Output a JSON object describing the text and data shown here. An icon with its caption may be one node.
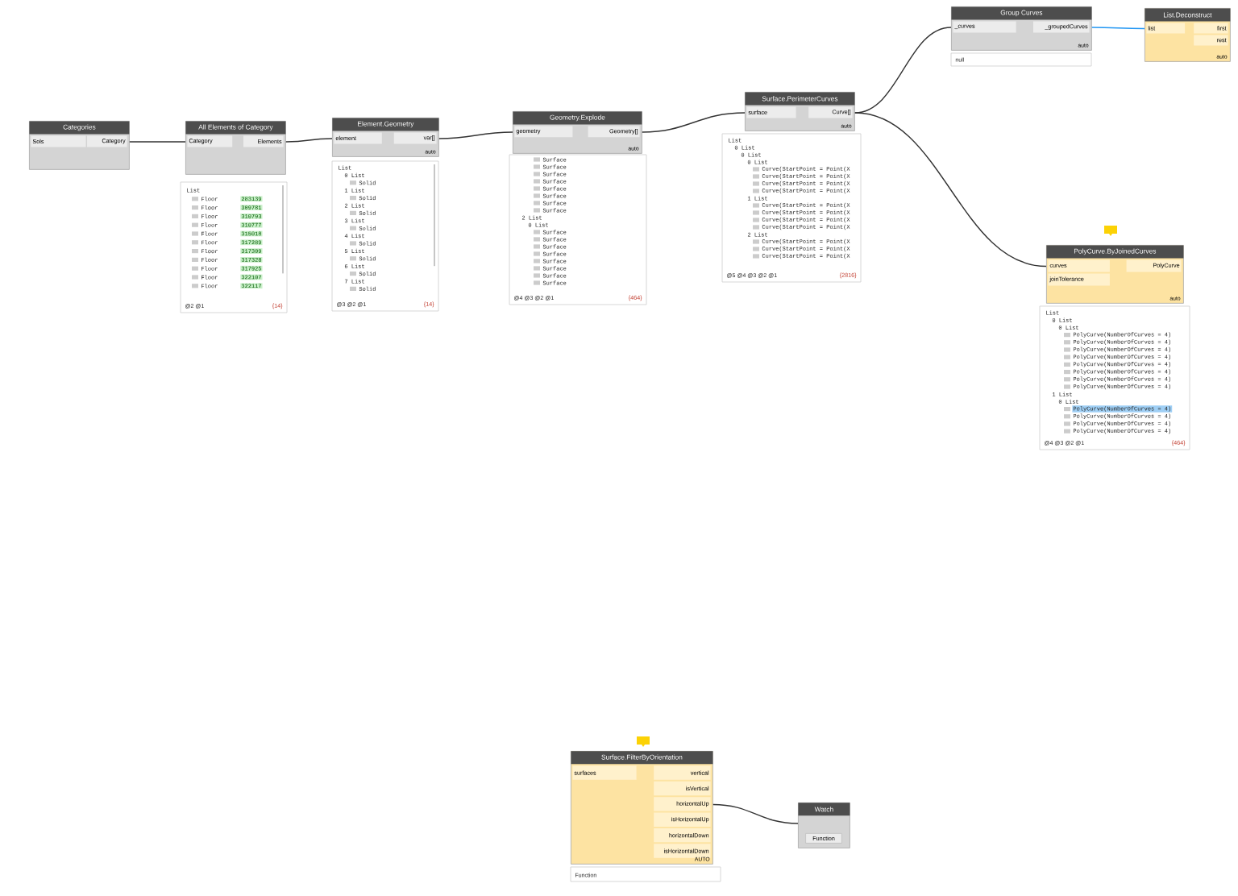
{
  "diagram": {
    "nodes": [
      {
        "text": [
          "Categories",
          "Sols",
          "Category"
        ]
      },
      {
        "text": [
          "All Elements of Category",
          "Category",
          "Elements"
        ],
        "beside": [
          "List",
          "Floor",
          "283139",
          "Floor",
          "309781",
          "Floor",
          "310793",
          "Floor",
          "310777",
          "Floor",
          "315018",
          "Floor",
          "317289",
          "Floor",
          "317309",
          "Floor",
          "317328",
          "Floor",
          "317925",
          "Floor",
          "322107",
          "Floor",
          "322117"
        ]
      },
      {
        "text": [
          "Element.Geometry",
          "element",
          "var[]",
          "auto"
        ],
        "beside": [
          "List",
          "0 List",
          "Solid",
          "1 List",
          "Solid",
          "2 List",
          "Solid",
          "3 List",
          "Solid",
          "4 List",
          "Solid",
          "5 List",
          "Solid",
          "6 List",
          "Solid",
          "7 List",
          "Solid"
        ]
      },
      {
        "text": [
          "Geometry.Explode",
          "geometry",
          "Geometry[]",
          "auto"
        ],
        "beside": [
          "Surface",
          "Surface",
          "Surface",
          "Surface",
          "Surface",
          "Surface",
          "Surface",
          "Surface",
          "2 List",
          "0 List",
          "Surface",
          "Surface",
          "Surface",
          "Surface",
          "Surface",
          "Surface",
          "Surface",
          "Surface"
        ]
      },
      {
        "text": [
          "Surface.PerimeterCurves",
          "surface",
          "Curve[]",
          "auto"
        ],
        "beside": [
          "List",
          "0 List",
          "0 List",
          "0 List",
          "Curve(StartPoint = Point(X",
          "Curve(StartPoint = Point(X",
          "Curve(StartPoint = Point(X",
          "Curve(StartPoint = Point(X",
          "1 List",
          "Curve(StartPoint = Point(X",
          "Curve(StartPoint = Point(X",
          "Curve(StartPoint = Point(X",
          "Curve(StartPoint = Point(X",
          "2 List",
          "Curve(StartPoint = Point(X",
          "Curve(StartPoint = Point(X",
          "Curve(StartPoint = Point(X"
        ]
      },
      {
        "text": [
          "Group Curves",
          "_curves",
          "_groupedCurves",
          "auto"
        ],
        "beside": [
          "null"
        ]
      },
      {
        "text": [
          "List.Deconstruct",
          "list",
          "first",
          "rest",
          "auto"
        ]
      },
      {
        "text": [
          "PolyCurve.ByJoinedCurves",
          "curves",
          "joinTolerance",
          "PolyCurve",
          "auto"
        ],
        "beside": [
          "List",
          "0 List",
          "0 List",
          "PolyCurve(NumberOfCurves = 4)",
          "PolyCurve(NumberOfCurves = 4)",
          "PolyCurve(NumberOfCurves = 4)",
          "PolyCurve(NumberOfCurves = 4)",
          "PolyCurve(NumberOfCurves = 4)",
          "PolyCurve(NumberOfCurves = 4)",
          "PolyCurve(NumberOfCurves = 4)",
          "PolyCurve(NumberOfCurves = 4)",
          "1 List",
          "0 List",
          "PolyCurve(NumberOfCurves = 4)",
          "PolyCurve(NumberOfCurves = 4)",
          "PolyCurve(NumberOfCurves = 4)",
          "PolyCurve(NumberOfCurves = 4)"
        ]
      },
      {
        "text": [
          "Surface.FilterByOrientation",
          "surfaces",
          "vertical",
          "isVertical",
          "horizontalUp",
          "isHorizontalUp",
          "horizontalDown",
          "isHorizontalDown",
          "AUTO"
        ],
        "beside": [
          "Function"
        ]
      },
      {
        "text": [
          "Watch",
          "Function"
        ]
      }
    ],
    "edges": [
      {
        "from": 0,
        "to": 1,
        "arrow": "none"
      },
      {
        "from": 1,
        "to": 2,
        "arrow": "none"
      },
      {
        "from": 2,
        "to": 3,
        "arrow": "none"
      },
      {
        "from": 3,
        "to": 4,
        "arrow": "none"
      },
      {
        "from": 4,
        "to": 5,
        "arrow": "none"
      },
      {
        "from": 5,
        "to": 6,
        "arrow": "none",
        "color": "#2196f3"
      },
      {
        "from": 4,
        "to": 7,
        "arrow": "none"
      },
      {
        "from": 8,
        "to": 9,
        "arrow": "none"
      }
    ],
    "labels": [
      "@2 @1",
      "{14}",
      "@3 @2 @1",
      "{14}",
      "@4 @3 @2 @1",
      "{464}",
      "@5 @4 @3 @2 @1",
      "{2816}",
      "@4 @3 @2 @1",
      "{464}"
    ]
  }
}
